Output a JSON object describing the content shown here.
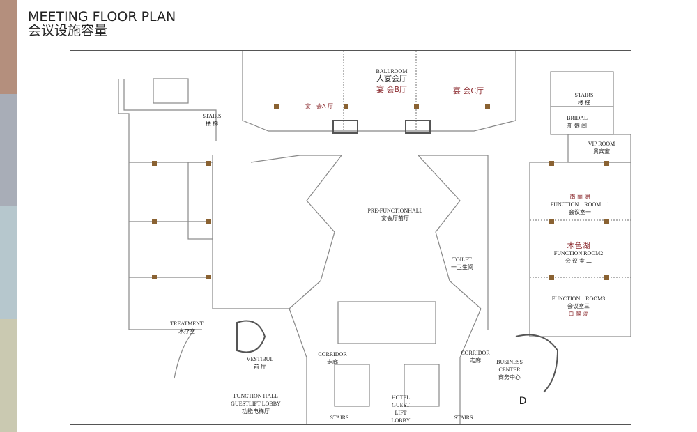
{
  "header": {
    "title_en": "MEETING FLOOR PLAN",
    "title_cn": "会议设施容量"
  },
  "colors": {
    "band1": "#b48f7d",
    "band2": "#a8adb7",
    "band3": "#b6c7cd",
    "band4": "#cac9b1",
    "accent": "#8b2a2e",
    "column": "#8a6232"
  },
  "rooms": {
    "ballroom_en": "BALLROOM",
    "ballroom_cn": "大宴会厅",
    "hall_a": "宴　会A 厅",
    "hall_b": "宴 会B厅",
    "hall_c": "宴 会C厅",
    "stairs_left_en": "STAIRS",
    "stairs_left_cn": "楼 梯",
    "stairs_right_en": "STAIRS",
    "stairs_right_cn": "楼 梯",
    "bridal_en": "BRIDAL",
    "bridal_cn": "新 娘 间",
    "vip_en": "VIP ROOM",
    "vip_cn": "贵宾室",
    "fr1_name": "南 丽 湖",
    "fr1_en": "FUNCTION　ROOM　1",
    "fr1_cn": "会议室一",
    "fr2_name": "木色湖",
    "fr2_en": "FUNCTION ROOM2",
    "fr2_cn": "会 议 室 二",
    "fr3_en": "FUNCTION　ROOM3",
    "fr3_cn": "会议室三",
    "fr3_name": "白 鹭 湖",
    "prefunction_en": "PRE-FUNCTIONHALL",
    "prefunction_cn": "宴会厅前厅",
    "toilet_en": "TOILET",
    "toilet_cn": "一卫生间",
    "treatment_en": "TREATMENT",
    "treatment_cn": "水疗室",
    "vestibule_en": "VESTIBUL",
    "vestibule_cn": "前 厅",
    "corridor1_en": "CORRIDOR",
    "corridor1_cn": "走廊",
    "corridor2_en": "CORRIDOR",
    "corridor2_cn": "走廊",
    "business_en1": "BUSINESS",
    "business_en2": "CENTER",
    "business_cn": "商务中心",
    "fh_en1": "FUNCTION HALL",
    "fh_en2": "GUESTLIFT LOBBY",
    "fh_cn": "功能电梯厅",
    "hotel1": "HOTEL",
    "hotel2": "GUEST",
    "hotel3": "LIFT",
    "hotel4": "LOBBY",
    "stairs_b1": "STAIRS",
    "stairs_b2": "STAIRS",
    "marker": "D"
  }
}
